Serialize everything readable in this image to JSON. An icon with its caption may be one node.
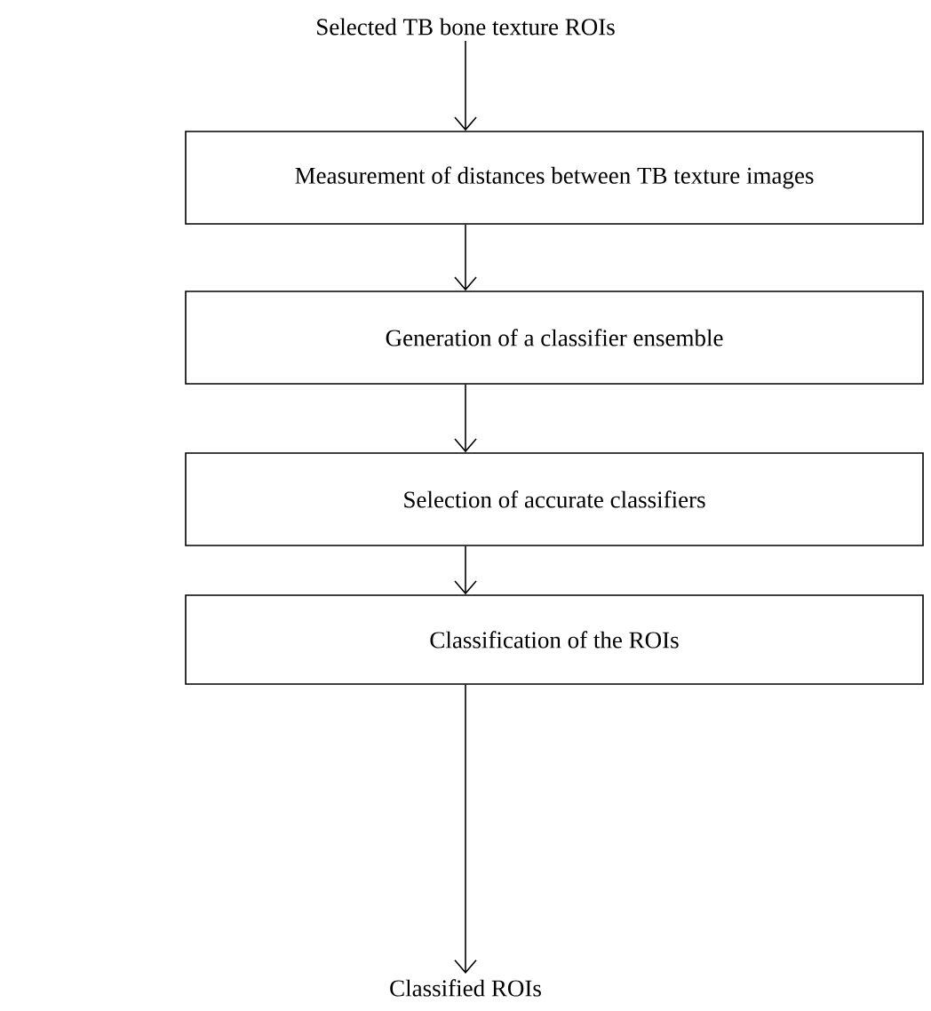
{
  "diagram": {
    "nodes": [
      {
        "text": [
          "Selected TB bone texture ROIs"
        ]
      },
      {
        "text": [
          "Measurement of distances between TB texture images"
        ]
      },
      {
        "text": [
          "Generation of a classifier ensemble"
        ]
      },
      {
        "text": [
          "Selection of accurate classifiers"
        ]
      },
      {
        "text": [
          "Classification of the ROIs"
        ]
      },
      {
        "text": [
          "Classified ROIs"
        ]
      }
    ],
    "edges": [
      {
        "from": 0,
        "to": 1,
        "arrow": "to"
      },
      {
        "from": 1,
        "to": 2,
        "arrow": "to"
      },
      {
        "from": 2,
        "to": 3,
        "arrow": "to"
      },
      {
        "from": 3,
        "to": 4,
        "arrow": "to"
      },
      {
        "from": 4,
        "to": 5,
        "arrow": "to"
      }
    ]
  }
}
